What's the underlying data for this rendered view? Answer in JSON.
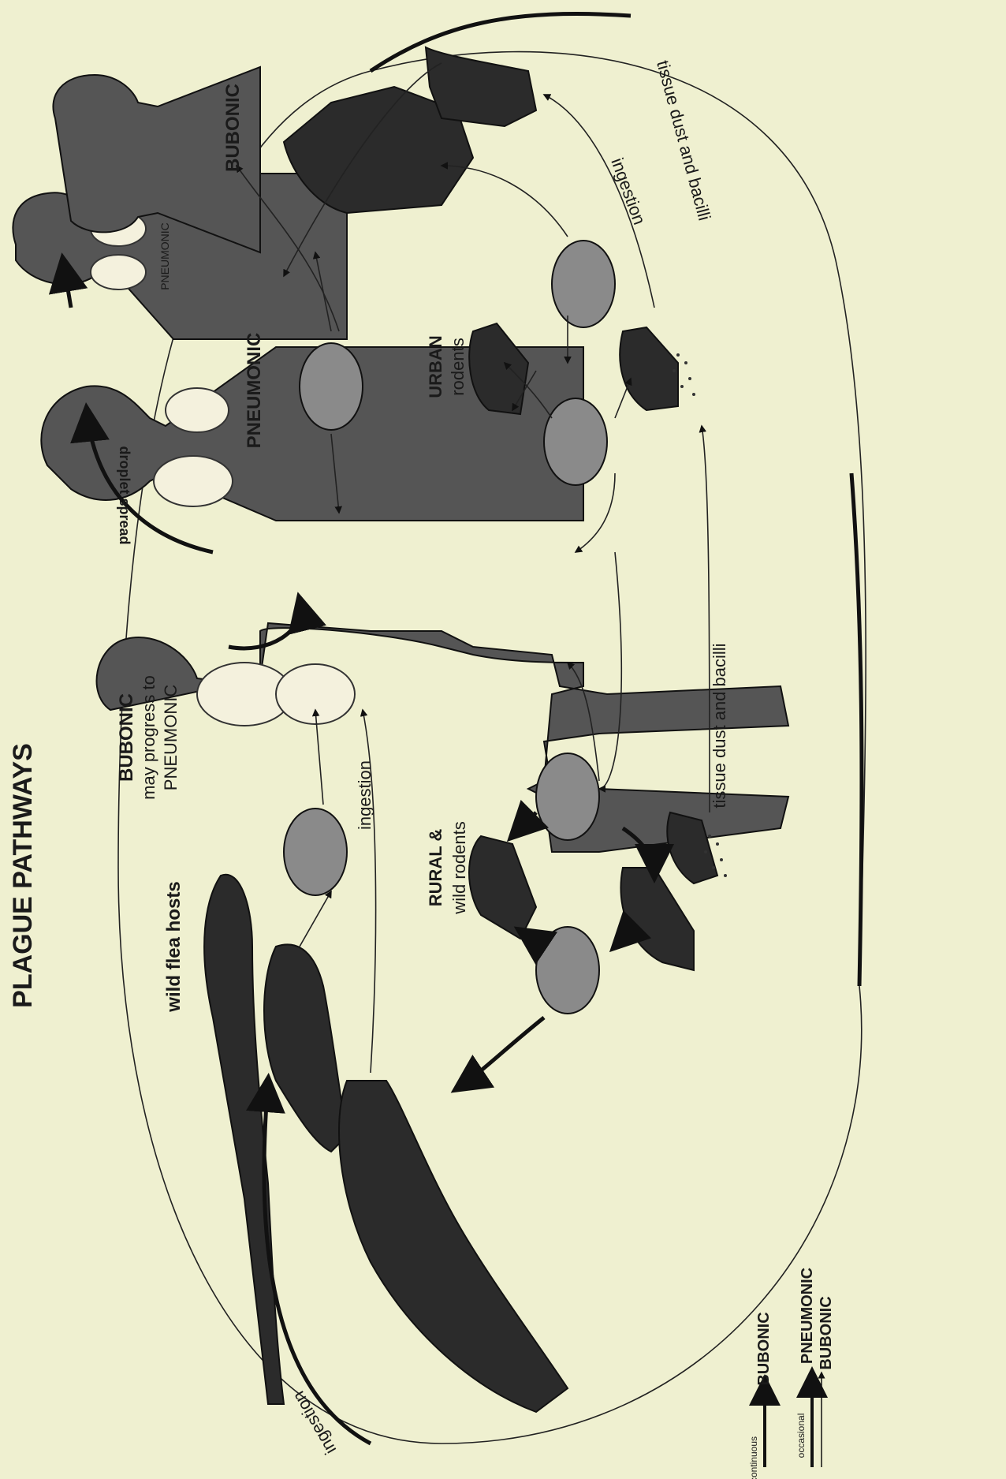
{
  "title": "PLAGUE PATHWAYS",
  "labels": {
    "wild_flea_hosts": "wild flea hosts",
    "rural_line1": "RURAL &",
    "rural_line2": "wild rodents",
    "urban_line1": "URBAN",
    "urban_line2": "rodents",
    "bubonic_progress_line1": "BUBONIC",
    "bubonic_progress_line2": "may progress to",
    "bubonic_progress_line3": "PNEUMONIC",
    "pneumonic_large": "PNEUMONIC",
    "pneumonic_small": "PNEUMONIC",
    "bubonic_top": "BUBONIC",
    "droplet_spread": "droplet spread",
    "ingestion_left": "ingestion",
    "ingestion_center": "ingestion",
    "ingestion_right": "ingestion",
    "tissue_dust_bottom": "tissue dust and bacilli",
    "tissue_dust_top": "tissue dust and bacilli"
  },
  "legend": {
    "continuous_label": "continuous",
    "continuous_value": "BUBONIC",
    "occasional_label": "occasional",
    "occasional_value_1": "PNEUMONIC",
    "occasional_value_2": "BUBONIC"
  },
  "colors": {
    "background": "#eff0d0",
    "ink": "#111111"
  }
}
